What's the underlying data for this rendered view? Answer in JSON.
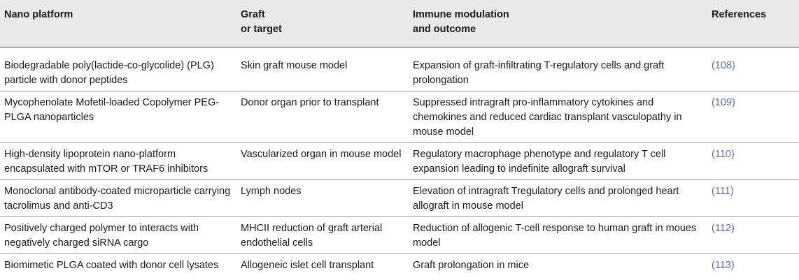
{
  "table": {
    "headers": [
      [
        "Nano platform"
      ],
      [
        "Graft",
        "or target"
      ],
      [
        "Immune modulation",
        "and outcome"
      ],
      [
        "References"
      ]
    ],
    "rows": [
      {
        "platform": "Biodegradable poly(lactide-co-glycolide) (PLG) particle with donor peptides",
        "target": "Skin graft mouse model",
        "outcome": "Expansion of graft-infiltrating T-regulatory cells and graft prolongation",
        "ref": "(108)"
      },
      {
        "platform": "Mycophenolate Mofetil-loaded Copolymer PEG-PLGA nanoparticles",
        "target": "Donor organ prior to transplant",
        "outcome": "Suppressed intragraft pro-inflammatory cytokines and chemokines and reduced cardiac transplant vasculopathy in mouse model",
        "ref": "(109)"
      },
      {
        "platform": "High-density lipoprotein nano-platform encapsulated with mTOR or TRAF6 inhibitors",
        "target": "Vascularized organ in mouse model",
        "outcome": "Regulatory macrophage phenotype and regulatory T cell expansion leading to indefinite allograft survival",
        "ref": "(110)"
      },
      {
        "platform": "Monoclonal antibody-coated microparticle carrying tacrolimus and anti-CD3",
        "target": "Lymph nodes",
        "outcome": "Elevation of intragraft Tregulatory cells and prolonged heart allograft in mouse model",
        "ref": "(111)"
      },
      {
        "platform": "Positively charged polymer to interacts with negatively charged siRNA cargo",
        "target": "MHCII reduction of graft arterial endothelial cells",
        "outcome": "Reduction of allogenic T-cell response to human graft in moues model",
        "ref": "(112)"
      },
      {
        "platform": "Biomimetic PLGA coated with donor cell lysates",
        "target": "Allogeneic islet cell transplant",
        "outcome": "Graft prolongation in mice",
        "ref": "(113)"
      }
    ]
  }
}
